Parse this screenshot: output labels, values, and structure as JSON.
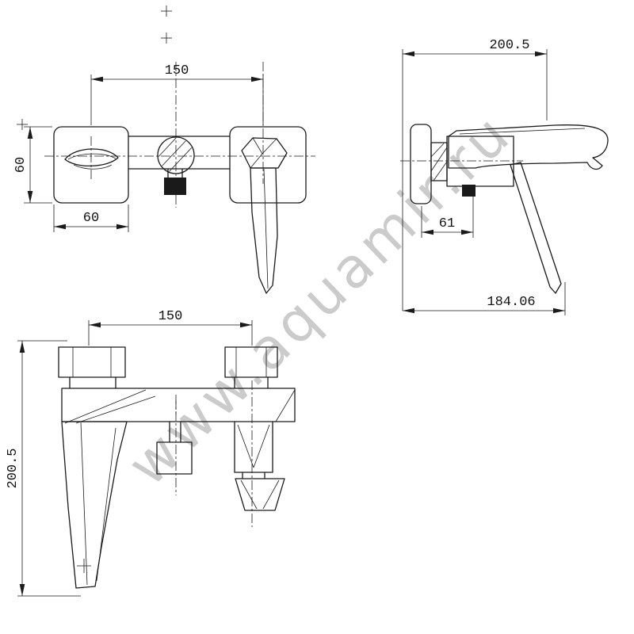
{
  "watermark": {
    "text": "www.aquamir.ru"
  },
  "colors": {
    "line": "#1a1a1a",
    "watermark": "#c3c3c3"
  },
  "front_view": {
    "dim_spacing": "150",
    "dim_plate_height": "60",
    "dim_plate_width": "60"
  },
  "side_view": {
    "dim_total_depth": "200.5",
    "dim_wall_to_center": "61",
    "dim_handle_depth": "184.06"
  },
  "bottom_view": {
    "dim_spacing": "150",
    "dim_total_height": "200.5"
  }
}
